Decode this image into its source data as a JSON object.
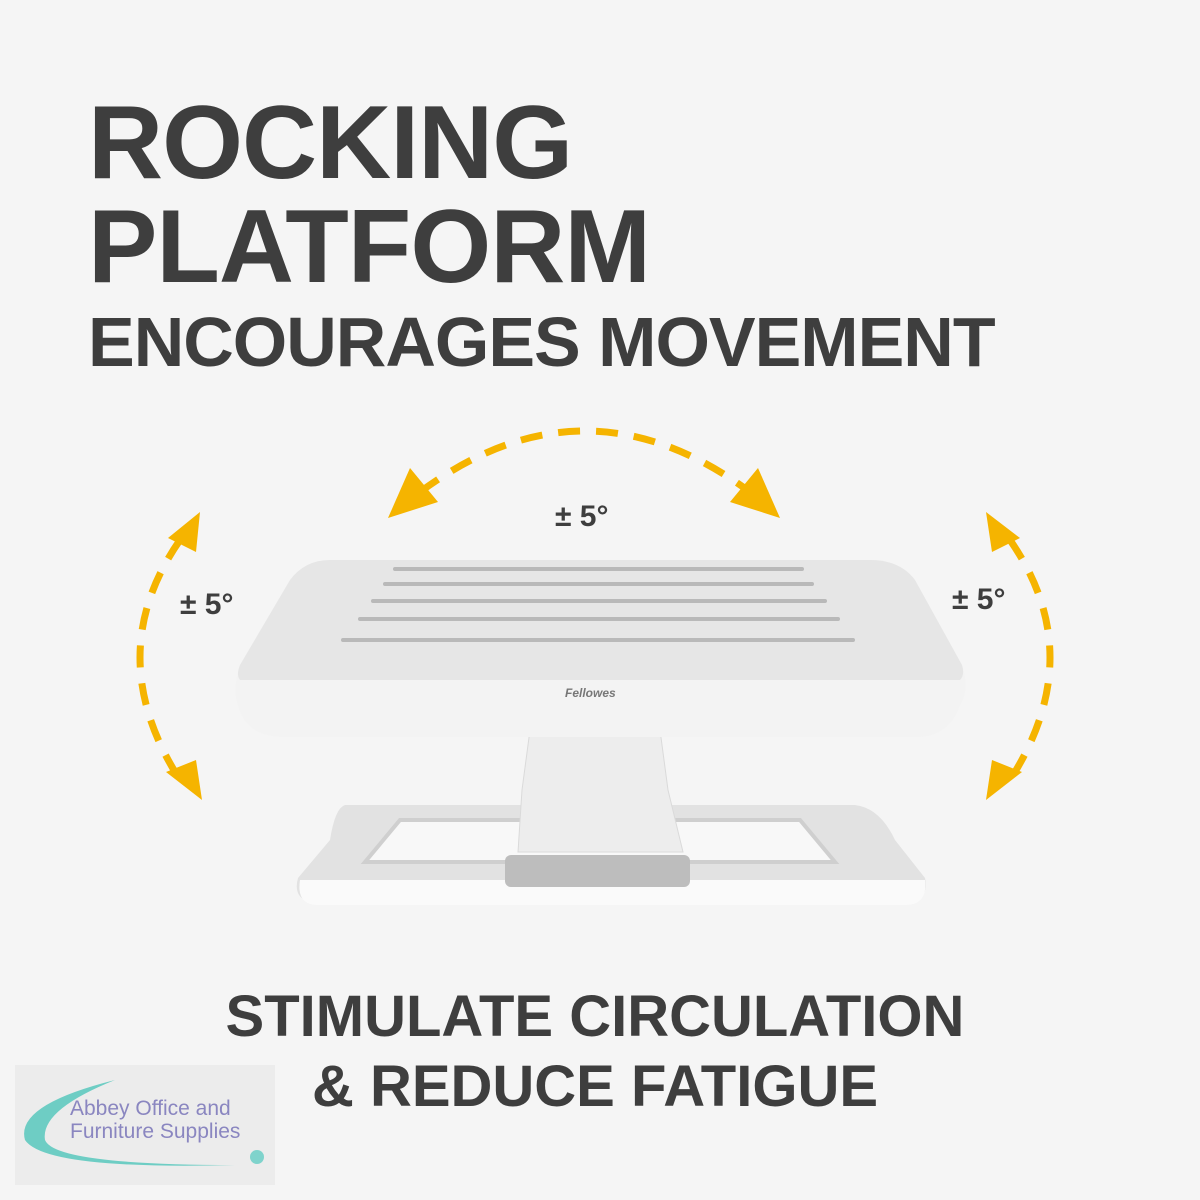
{
  "headline": {
    "line1": "ROCKING",
    "line2": "PLATFORM",
    "line3": "ENCOURAGES MOVEMENT"
  },
  "angles": {
    "top": "± 5°",
    "left": "± 5°",
    "right": "± 5°"
  },
  "product": {
    "brand": "Fellowes"
  },
  "tagline": {
    "line1": "STIMULATE CIRCULATION",
    "line2": "& REDUCE FATIGUE"
  },
  "logo": {
    "line1": "Abbey Office and",
    "line2": "Furniture Supplies"
  },
  "colors": {
    "arrow": "#f5b400",
    "text": "#3e3e3e",
    "logo_swoosh": "#6ecdc4",
    "logo_text": "#8a86c0"
  }
}
